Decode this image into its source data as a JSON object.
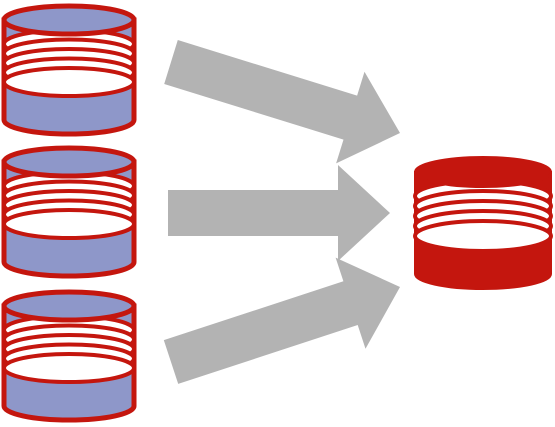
{
  "diagram": {
    "sources": [
      {
        "name": "source-database-top",
        "ring_count": 5
      },
      {
        "name": "source-database-middle",
        "ring_count": 5
      },
      {
        "name": "source-database-bottom",
        "ring_count": 5
      }
    ],
    "target": {
      "name": "target-database",
      "ring_count": 5
    },
    "colors": {
      "source_fill": "#8e97c9",
      "source_outline": "#c4160e",
      "ring_fill": "#ffffff",
      "target_fill": "#c4160e",
      "arrow_fill": "#b3b3b3",
      "background": "#ffffff"
    }
  }
}
